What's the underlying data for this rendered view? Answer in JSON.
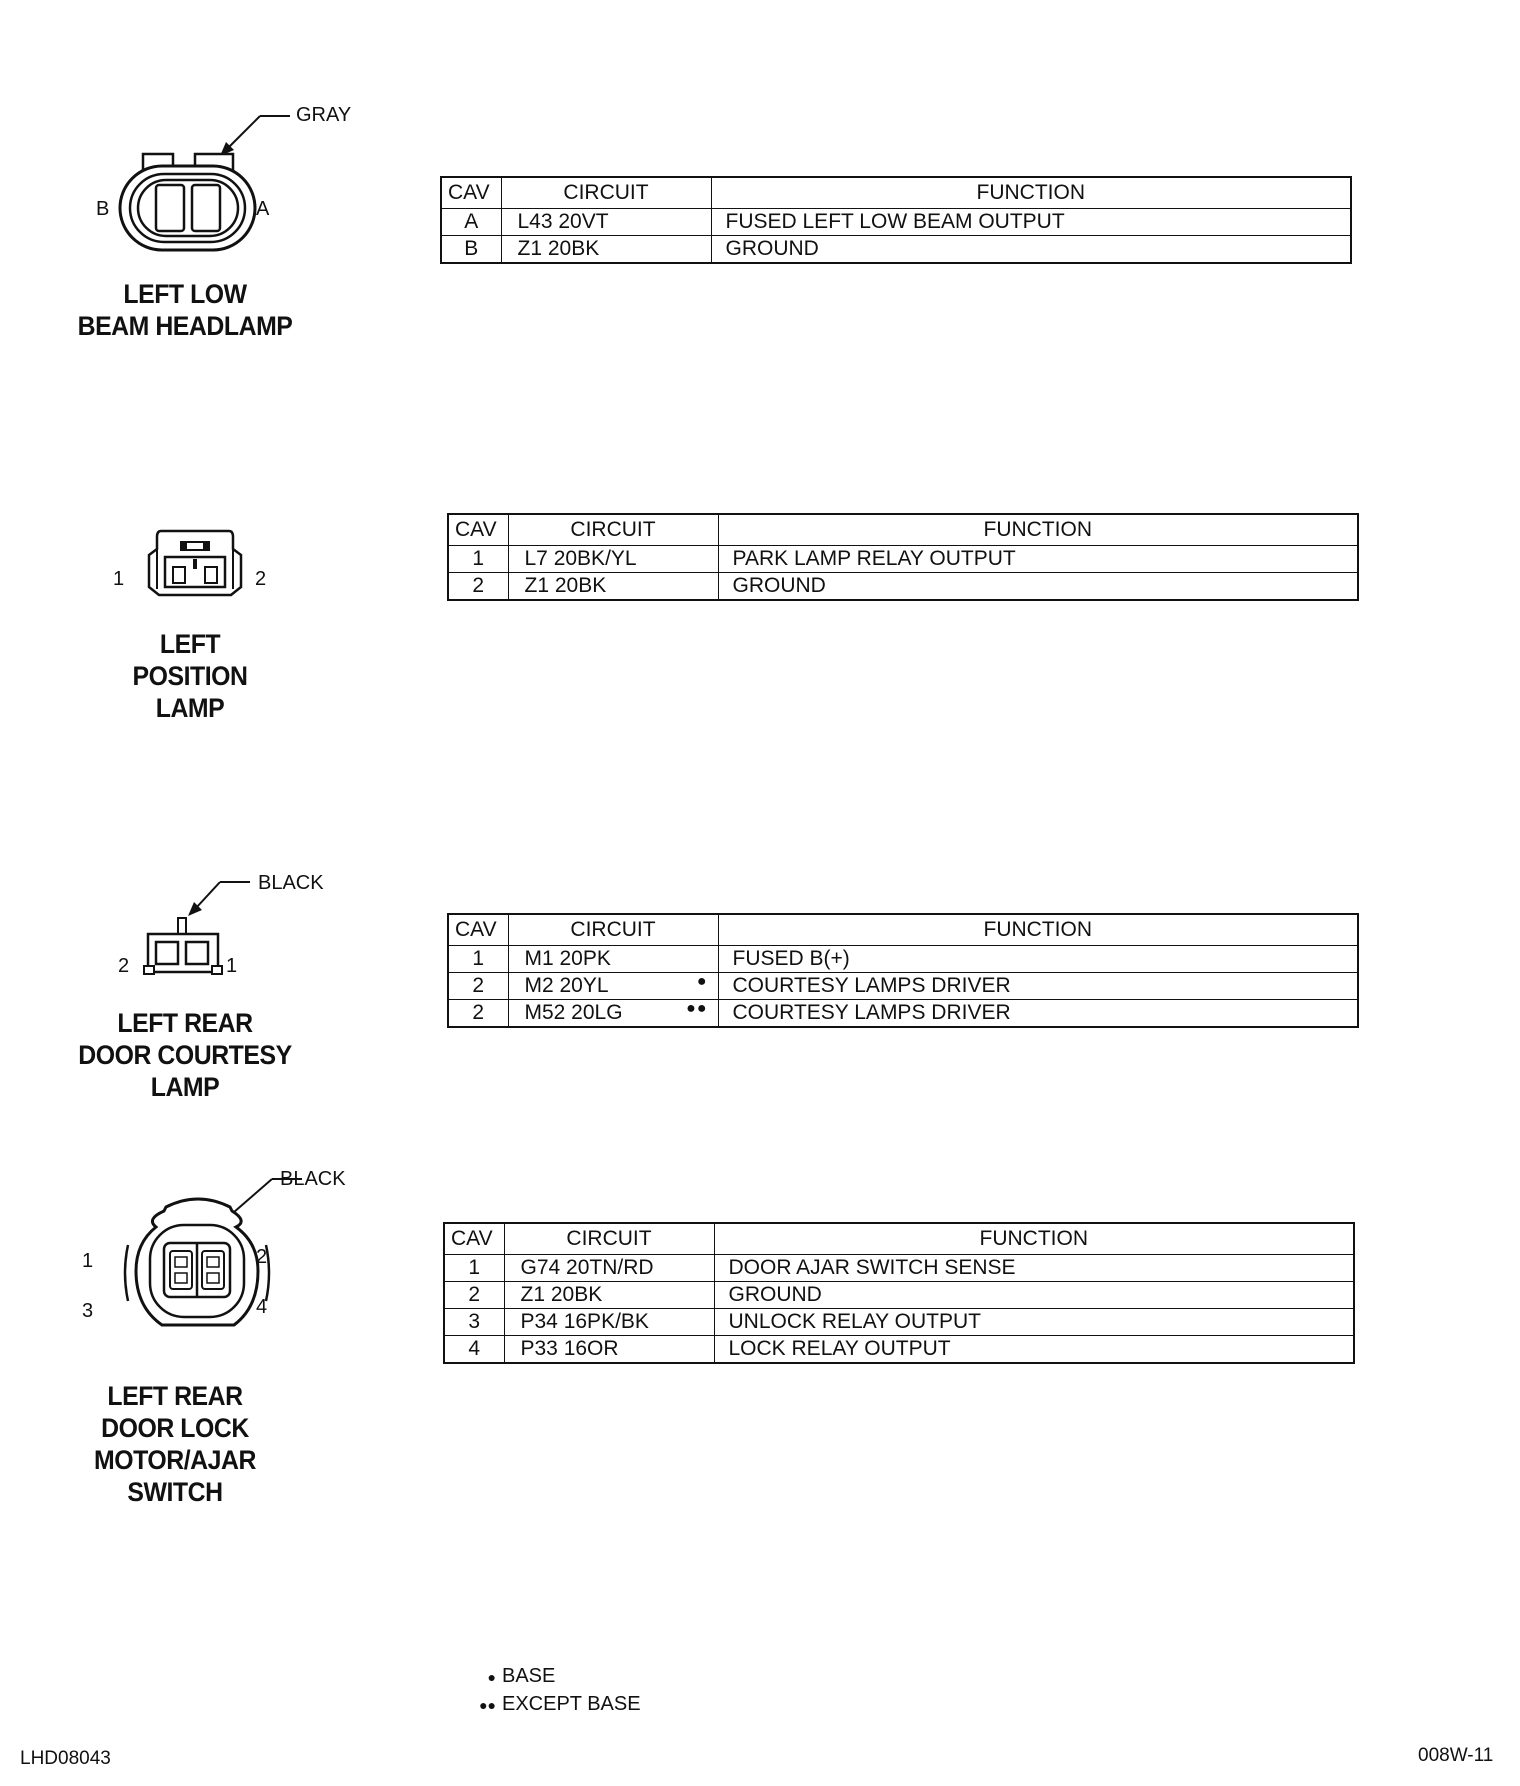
{
  "connectors": [
    {
      "name_lines": [
        "LEFT LOW",
        "BEAM HEADLAMP"
      ],
      "color": "GRAY",
      "pin_labels": [
        "B",
        "A"
      ],
      "table": {
        "headers": [
          "CAV",
          "CIRCUIT",
          "FUNCTION"
        ],
        "rows": [
          {
            "cav": "A",
            "circuit": "L43 20VT",
            "mark": "",
            "function": "FUSED LEFT LOW BEAM OUTPUT"
          },
          {
            "cav": "B",
            "circuit": "Z1 20BK",
            "mark": "",
            "function": "GROUND"
          }
        ]
      }
    },
    {
      "name_lines": [
        "LEFT",
        "POSITION",
        "LAMP"
      ],
      "color": "",
      "pin_labels": [
        "1",
        "2"
      ],
      "table": {
        "headers": [
          "CAV",
          "CIRCUIT",
          "FUNCTION"
        ],
        "rows": [
          {
            "cav": "1",
            "circuit": "L7 20BK/YL",
            "mark": "",
            "function": "PARK LAMP RELAY OUTPUT"
          },
          {
            "cav": "2",
            "circuit": "Z1 20BK",
            "mark": "",
            "function": "GROUND"
          }
        ]
      }
    },
    {
      "name_lines": [
        "LEFT REAR",
        "DOOR COURTESY",
        "LAMP"
      ],
      "color": "BLACK",
      "pin_labels": [
        "2",
        "1"
      ],
      "table": {
        "headers": [
          "CAV",
          "CIRCUIT",
          "FUNCTION"
        ],
        "rows": [
          {
            "cav": "1",
            "circuit": "M1 20PK",
            "mark": "",
            "function": "FUSED B(+)"
          },
          {
            "cav": "2",
            "circuit": "M2 20YL",
            "mark": "●",
            "function": "COURTESY LAMPS DRIVER"
          },
          {
            "cav": "2",
            "circuit": "M52 20LG",
            "mark": "●●",
            "function": "COURTESY LAMPS DRIVER"
          }
        ]
      }
    },
    {
      "name_lines": [
        "LEFT REAR",
        "DOOR LOCK",
        "MOTOR/AJAR",
        "SWITCH"
      ],
      "color": "BLACK",
      "pin_labels": [
        "1",
        "2",
        "3",
        "4"
      ],
      "table": {
        "headers": [
          "CAV",
          "CIRCUIT",
          "FUNCTION"
        ],
        "rows": [
          {
            "cav": "1",
            "circuit": "G74 20TN/RD",
            "mark": "",
            "function": "DOOR AJAR SWITCH SENSE"
          },
          {
            "cav": "2",
            "circuit": "Z1 20BK",
            "mark": "",
            "function": "GROUND"
          },
          {
            "cav": "3",
            "circuit": "P34 16PK/BK",
            "mark": "",
            "function": "UNLOCK RELAY OUTPUT"
          },
          {
            "cav": "4",
            "circuit": "P33 16OR",
            "mark": "",
            "function": "LOCK RELAY OUTPUT"
          }
        ]
      }
    }
  ],
  "footnotes": [
    {
      "mark": "●",
      "text": "BASE"
    },
    {
      "mark": "●●",
      "text": "EXCEPT BASE"
    }
  ],
  "codes": {
    "left": "LHD08043",
    "right": "008W-11"
  }
}
